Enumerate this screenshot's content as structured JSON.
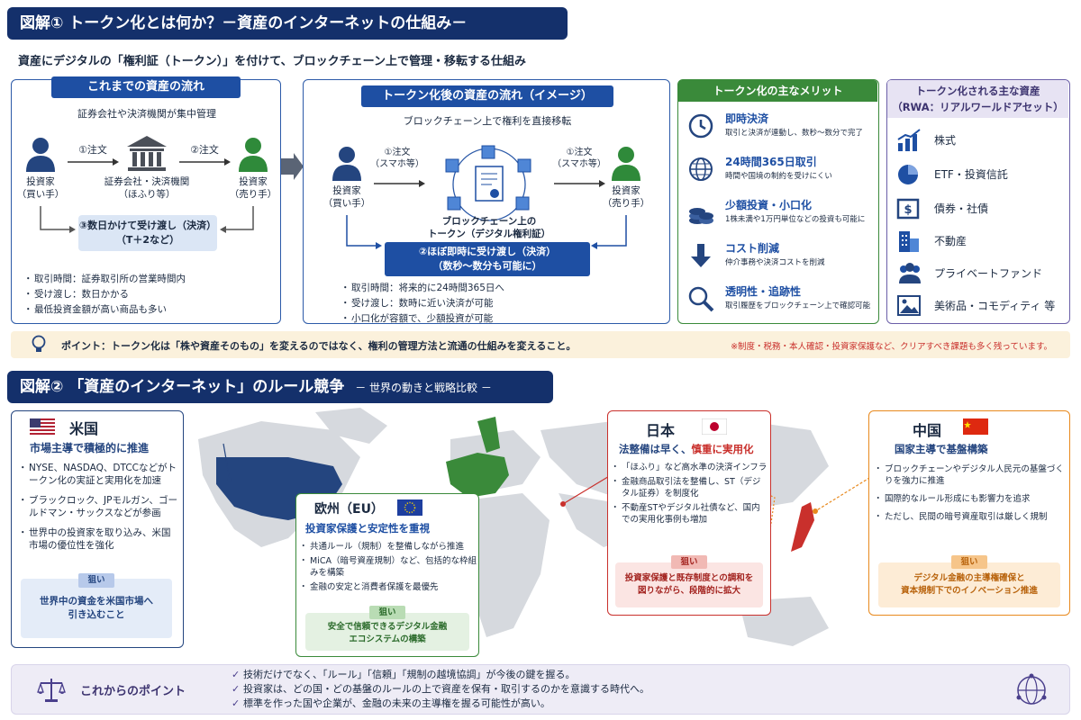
{
  "section1": {
    "heading": "図解① トークン化とは何か？－資産のインターネットの仕組み－",
    "subtitle": "資産にデジタルの「権利証（トークン）」を付けて、ブロックチェーン上で管理・移転する仕組み",
    "before": {
      "title": "これまでの資産の流れ",
      "caption": "証券会社や決済機関が集中管理",
      "buyer": "投資家\n（買い手）",
      "seller": "投資家\n（売り手）",
      "order1": "①注文",
      "order2": "②注文",
      "institution": "証券会社・決済機関\n（ほふり等）",
      "settle": "③数日かけて受け渡し（決済）\n（T＋2など）",
      "bullets": [
        "取引時間：証券取引所の営業時間内",
        "受け渡し：数日かかる",
        "最低投資金額が高い商品も多い"
      ]
    },
    "after": {
      "title": "トークン化後の資産の流れ（イメージ）",
      "caption": "ブロックチェーン上で権利を直接移転",
      "buyer": "投資家\n（買い手）",
      "seller": "投資家\n（売り手）",
      "order_left": "①注文\n（スマホ等）",
      "order_right": "①注文\n（スマホ等）",
      "token": "ブロックチェーン上の\nトークン（デジタル権利証）",
      "settle": "②ほぼ即時に受け渡し（決済）\n（数秒〜数分も可能に）",
      "bullets": [
        "取引時間：将来的に24時間365日へ",
        "受け渡し：数時に近い決済が可能",
        "小口化が容額で、少額投資が可能"
      ]
    },
    "merits": {
      "title": "トークン化の主なメリット",
      "items": [
        {
          "icon": "clock-icon",
          "title": "即時決済",
          "desc": "取引と決済が連動し、数秒〜数分で完了"
        },
        {
          "icon": "globe-icon",
          "title": "24時間365日取引",
          "desc": "時間や国境の制約を受けにくい"
        },
        {
          "icon": "coins-icon",
          "title": "少額投資・小口化",
          "desc": "1株未満や1万円単位などの投資も可能に"
        },
        {
          "icon": "arrow-down-icon",
          "title": "コスト削減",
          "desc": "仲介事務や決済コストを削減"
        },
        {
          "icon": "magnifier-icon",
          "title": "透明性・追跡性",
          "desc": "取引履歴をブロックチェーン上で確認可能"
        }
      ]
    },
    "assets": {
      "title": "トークン化される主な資産\n（RWA：リアルワールドアセット）",
      "items": [
        {
          "icon": "stock-chart-icon",
          "label": "株式"
        },
        {
          "icon": "pie-chart-icon",
          "label": "ETF・投資信託"
        },
        {
          "icon": "bond-icon",
          "label": "債券・社債"
        },
        {
          "icon": "building-icon",
          "label": "不動産"
        },
        {
          "icon": "people-icon",
          "label": "プライベートファンド"
        },
        {
          "icon": "picture-icon",
          "label": "美術品・コモディティ 等"
        }
      ]
    },
    "point": "ポイント：トークン化は「株や資産そのもの」を変えるのではなく、権利の管理方法と流通の仕組みを変えること。",
    "note": "※制度・税務・本人確認・投資家保護など、クリアすべき課題も多く残っています。"
  },
  "section2": {
    "heading": "図解② 「資産のインターネット」のルール競争",
    "heading_sub": "－ 世界の動きと戦略比較 －",
    "usa": {
      "name": "米国",
      "tagline": "市場主導で積極的に推進",
      "bullets": [
        "NYSE、NASDAQ、DTCCなどがトークン化の実証と実用化を加速",
        "ブラックロック、JPモルガン、ゴールドマン・サックスなどが参画",
        "世界中の投資家を取り込み、米国市場の優位性を強化"
      ],
      "aim_label": "狙い",
      "aim": "世界中の資金を米国市場へ\n引き込むこと"
    },
    "eu": {
      "name": "欧州（EU）",
      "tagline": "投資家保護と安定性を重視",
      "bullets": [
        "共通ルール（規制）を整備しながら推進",
        "MiCA（暗号資産規制）など、包括的な枠組みを構築",
        "金融の安定と消費者保護を最優先"
      ],
      "aim_label": "狙い",
      "aim": "安全で信頼できるデジタル金融\nエコシステムの構築"
    },
    "japan": {
      "name": "日本",
      "tagline_a": "法整備は早く、",
      "tagline_b": "慎重に実用化",
      "bullets": [
        "「ほふり」など高水準の決済インフラ",
        "金融商品取引法を整備し、ST（デジタル証券）を制度化",
        "不動産STやデジタル社債など、国内での実用化事例も増加"
      ],
      "aim_label": "狙い",
      "aim": "投資家保護と既存制度との調和を\n図りながら、段階的に拡大"
    },
    "china": {
      "name": "中国",
      "tagline": "国家主導で基盤構築",
      "bullets": [
        "ブロックチェーンやデジタル人民元の基盤づくりを強力に推進",
        "国際的なルール形成にも影響力を追求",
        "ただし、民間の暗号資産取引は厳しく規制"
      ],
      "aim_label": "狙い",
      "aim": "デジタル金融の主導権確保と\n資本規制下でのイノベーション推進"
    },
    "future": {
      "title": "これからのポイント",
      "items": [
        "技術だけでなく、「ルール」「信頼」「規制の越境協調」が今後の鍵を握る。",
        "投資家は、どの国・どの基盤のルールの上で資産を保有・取引するのかを意識する時代へ。",
        "標準を作った国や企業が、金融の未来の主導権を握る可能性が高い。"
      ]
    }
  },
  "colors": {
    "navy": "#14306b",
    "blue": "#1e4fa3",
    "green": "#3a8a3a",
    "red": "#c9302c",
    "orange": "#e8891d",
    "purple": "#6b5fa8"
  }
}
